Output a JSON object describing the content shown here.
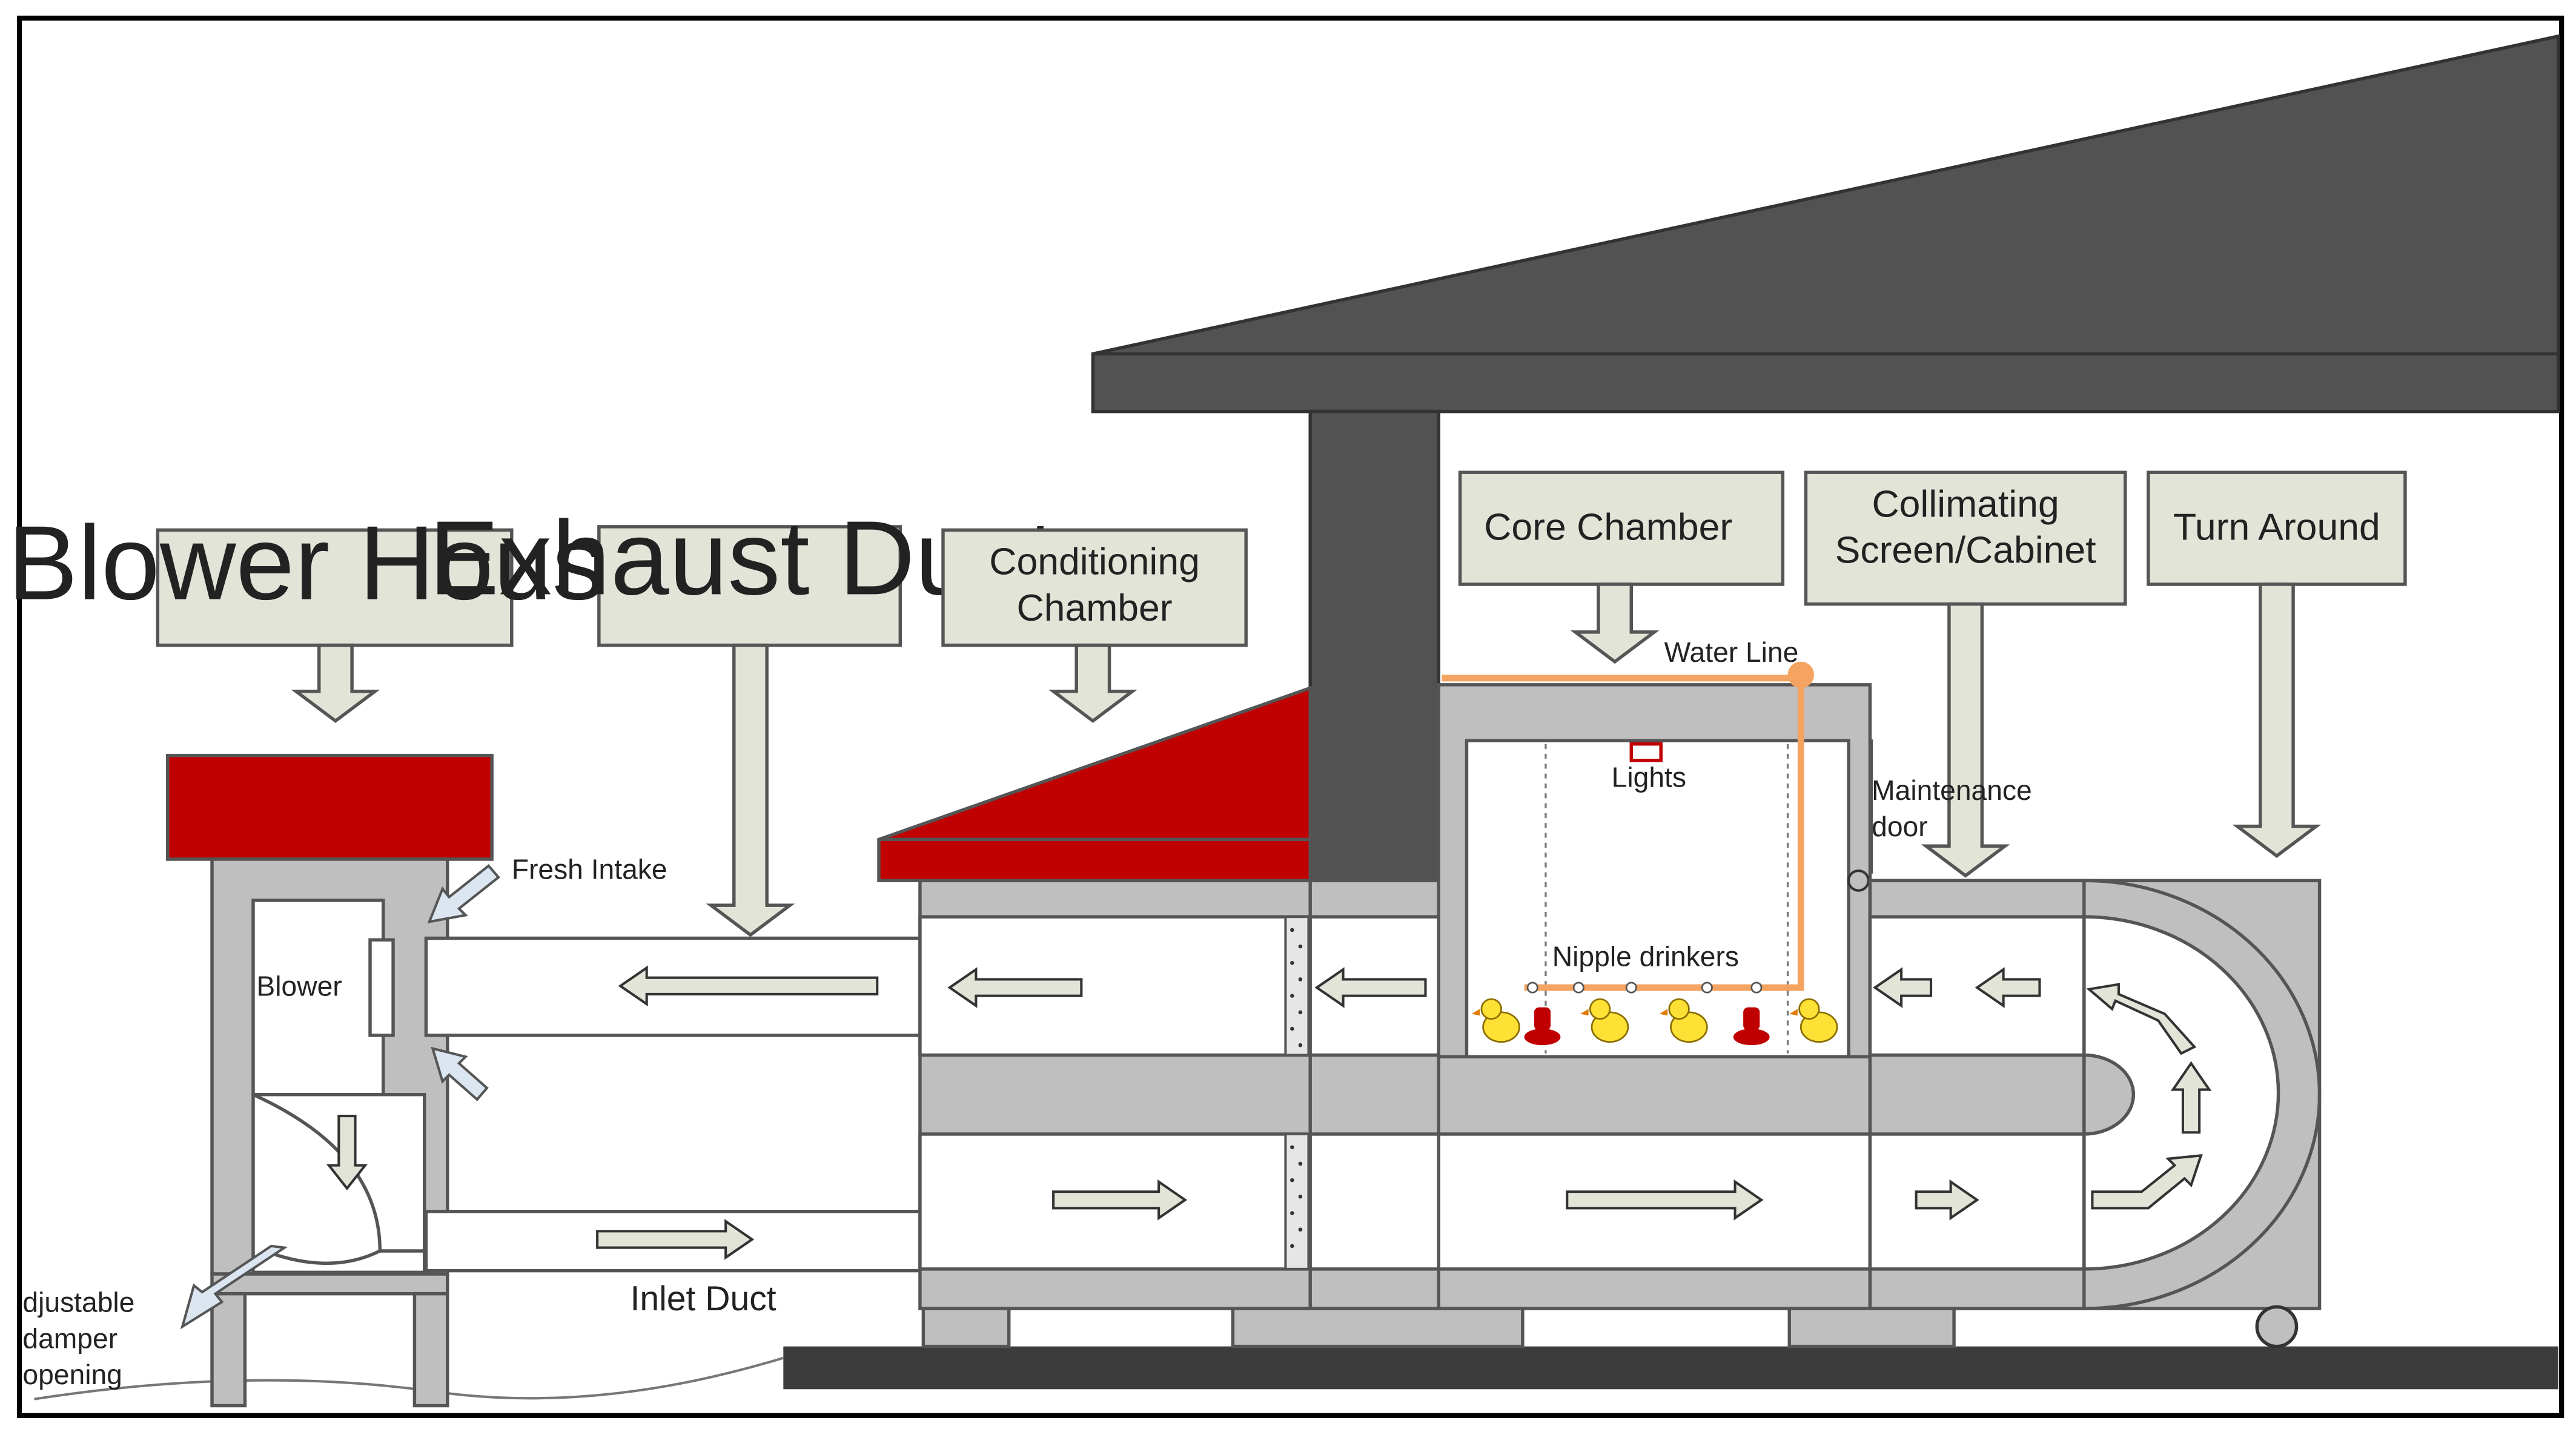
{
  "colors": {
    "roof": "#525252",
    "canopy_red": "#c00000",
    "wall_gray": "#bfbfbf",
    "callout_fill": "#e2e4d8",
    "water_line": "#f4a460",
    "duct_white": "#ffffff"
  },
  "callouts": {
    "blower_house": "Blower House",
    "exhaust_duct": "Exhaust Duct",
    "conditioning_1": "Conditioning",
    "conditioning_2": "Chamber",
    "core_chamber": "Core Chamber",
    "collimating_1": "Collimating",
    "collimating_2": "Screen/Cabinet",
    "turn_around": "Turn Around"
  },
  "labels": {
    "water_line": "Water Line",
    "lights": "Lights",
    "maintenance_1": "Maintenance",
    "maintenance_2": "door",
    "fresh_intake": "Fresh Intake",
    "blower": "Blower",
    "nipple_drinkers": "Nipple drinkers",
    "inlet_duct": "Inlet Duct",
    "damper_1": "djustable",
    "damper_2": "damper",
    "damper_3": "opening"
  },
  "icons": [
    "chick-icon",
    "red-feeder-icon",
    "flow-arrow-icon",
    "wheel-icon"
  ]
}
